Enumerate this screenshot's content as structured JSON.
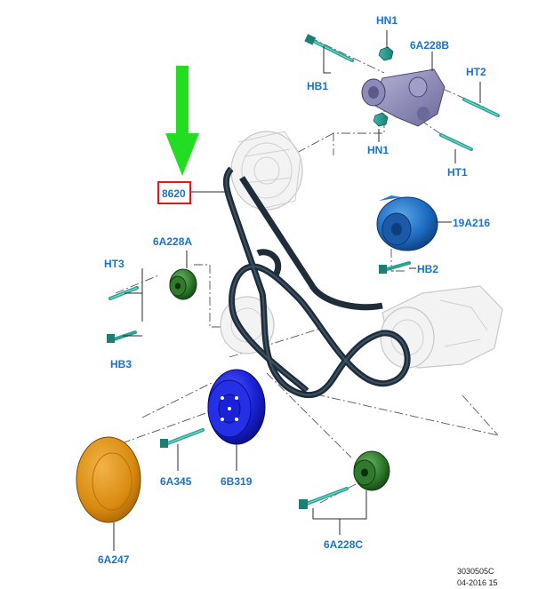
{
  "diagram": {
    "highlight_arrow_color": "#22dd22",
    "highlight_box_color": "#e8141a",
    "label_color": "#1a73c8",
    "labels": {
      "hn1_top": "HN1",
      "tensioner_a": "6A228B",
      "hb1": "HB1",
      "ht2": "HT2",
      "hn1_bottom": "HN1",
      "ht1": "HT1",
      "belt": "8620",
      "idler_a": "6A228A",
      "pulley_19a216": "19A216",
      "ht3": "HT3",
      "hb2": "HB2",
      "hb3": "HB3",
      "bolt_6a345": "6A345",
      "damper_6b319": "6B319",
      "idler_c": "6A228C",
      "cover_6a247": "6A247"
    },
    "footer": {
      "code": "3030505C",
      "date": "04-2016 15"
    }
  }
}
